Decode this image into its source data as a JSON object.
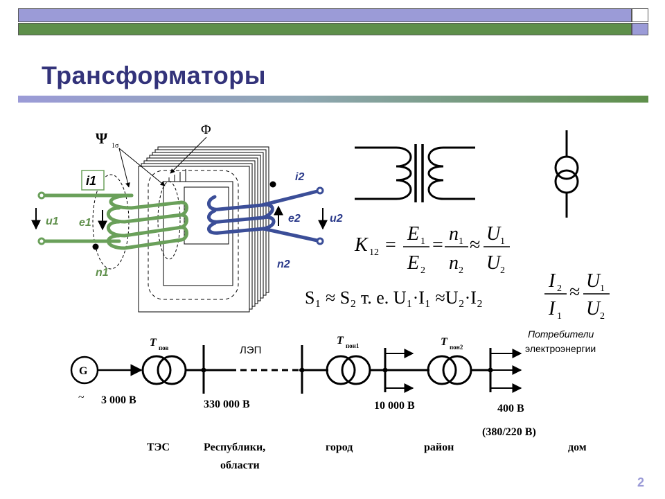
{
  "title": "Трансформаторы",
  "page_number": "2",
  "transformer": {
    "psi": "Ψ",
    "psi_sub": "1σ",
    "phi": "Φ",
    "i1": "i1",
    "i2": "i2",
    "u1": "u1",
    "u2": "u2",
    "e1": "e1",
    "e2": "e2",
    "n1": "n1",
    "n2": "n2"
  },
  "formulas": {
    "k12_lhs": "K",
    "k12_sub": "12",
    "e1": "E",
    "e2": "E",
    "n1": "n",
    "n2": "n",
    "u1": "U",
    "u2": "U",
    "i1": "I",
    "i2": "I",
    "power_eq": "S₁ ≈ S₂ т. е. U₁·I₁ ≈U₂·I₂"
  },
  "grid": {
    "generator": "G",
    "tilde": "~",
    "t_pov": "T",
    "t_pov_sub": "пов",
    "lep": "ЛЭП",
    "t_pon1": "T",
    "t_pon1_sub": "пон1",
    "t_pon2": "T",
    "t_pon2_sub": "пон2",
    "consumers_line1": "Потребители",
    "consumers_line2": "электроэнергии",
    "v1": "3 000 В",
    "v2": "330 000 В",
    "v3": "10 000 В",
    "v4": "400 В",
    "v4_note": "(380/220 В)",
    "place1": "ТЭС",
    "place2_line1": "Республики,",
    "place2_line2": "области",
    "place3": "город",
    "place4": "район",
    "place5": "дом"
  },
  "colors": {
    "title": "#33337a",
    "accent_purple": "#9b9bd7",
    "accent_green": "#5e8f4a",
    "coil_green": "#6aa05a",
    "coil_blue": "#3b4e98",
    "label_blue": "#2b3a8a"
  }
}
